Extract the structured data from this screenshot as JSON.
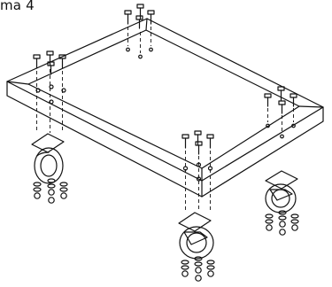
{
  "figure": {
    "caption": "ma 4"
  },
  "colors": {
    "ink": "#111111",
    "background": "#ffffff"
  },
  "parts": {
    "frame": "rectangular-frame",
    "casters": [
      "caster-wheel-front-left",
      "caster-wheel-front-center",
      "caster-wheel-front-right"
    ],
    "bolt_groups": 4,
    "hardware_stacks": 3
  }
}
